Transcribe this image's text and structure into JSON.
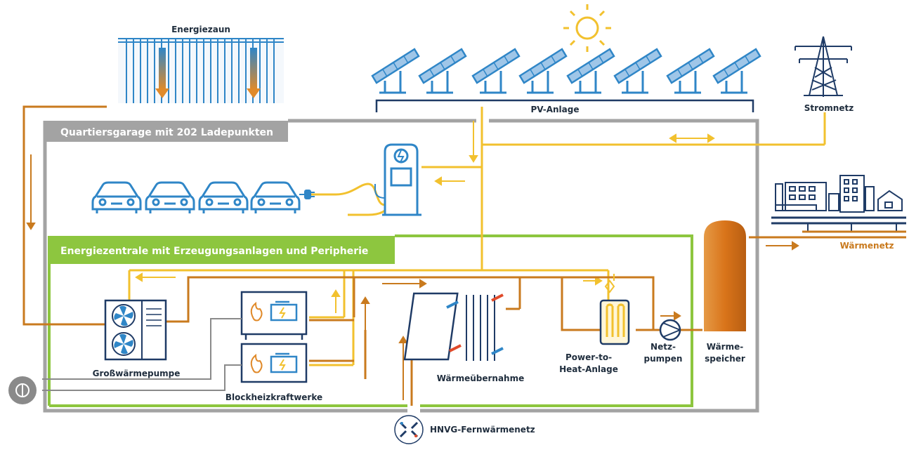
{
  "labels": {
    "energiezaun": "Energiezaun",
    "pv_anlage": "PV-Anlage",
    "stromnetz": "Stromnetz",
    "quartiersgarage": "Quartiersgarage mit 202 Ladepunkten",
    "energiezentrale": "Energiezentrale mit Erzeugungsanlagen und Peripherie",
    "waermenetz": "Wärmenetz",
    "grosswaermepumpe": "Großwärmepumpe",
    "blockheizkraftwerke": "Blockheizkraftwerke",
    "waermeuebernahme": "Wärmeübernahme",
    "power_to_heat_1": "Power-to-",
    "power_to_heat_2": "Heat-Anlage",
    "netzpumpen_1": "Netz-",
    "netzpumpen_2": "pumpen",
    "waermespeicher_1": "Wärme-",
    "waermespeicher_2": "speicher",
    "fernwaermenetz": "HNVG-Fernwärmenetz"
  },
  "colors": {
    "electric_line": "#f2c12e",
    "heat_line": "#c97a1e",
    "dark_heat_line": "#9a5a14",
    "garage_frame": "#a3a3a3",
    "zentrale_frame": "#8dc63f",
    "icon_blue": "#2f86c7",
    "navy": "#1f3b66",
    "storage_tank": "#d9741a"
  },
  "icons": [
    "sun-icon",
    "solar-panel-icon",
    "power-pylon-icon",
    "car-icon",
    "charging-station-icon",
    "heat-pump-icon",
    "chp-engine-icon",
    "heat-exchanger-icon",
    "power-to-heat-icon",
    "pump-icon",
    "storage-tank-icon",
    "city-buildings-icon",
    "district-heating-logo",
    "geothermal-probe-icon"
  ]
}
